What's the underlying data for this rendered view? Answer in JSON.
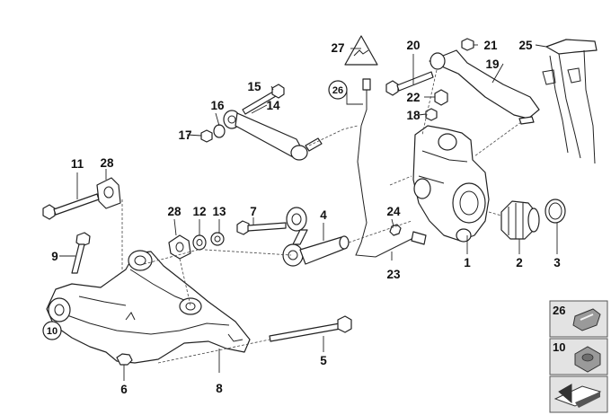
{
  "diagram": {
    "title": "Rear axle support / wheel suspension parts diagram",
    "callouts": {
      "c1": "1",
      "c2": "2",
      "c3": "3",
      "c4": "4",
      "c5": "5",
      "c6": "6",
      "c7": "7",
      "c8": "8",
      "c9": "9",
      "c10": "10",
      "c11": "11",
      "c12": "12",
      "c13": "13",
      "c14": "14",
      "c15": "15",
      "c16": "16",
      "c17": "17",
      "c18": "18",
      "c19": "19",
      "c20": "20",
      "c21": "21",
      "c22": "22",
      "c23": "23",
      "c24": "24",
      "c25": "25",
      "c26": "26",
      "c27": "27",
      "c28a": "28",
      "c28b": "28"
    },
    "circled_refs": {
      "c10": "10",
      "c26": "26"
    }
  },
  "key_panel": {
    "items": [
      {
        "number": "26",
        "part_icon": "clip-icon"
      },
      {
        "number": "10",
        "part_icon": "nut-icon"
      },
      {
        "part_icon": "arrow-icon"
      }
    ]
  },
  "colors": {
    "ink": "#222222",
    "panel_bg": "#e3e3e3",
    "panel_border": "#555555",
    "part_fill": "#ffffff"
  }
}
